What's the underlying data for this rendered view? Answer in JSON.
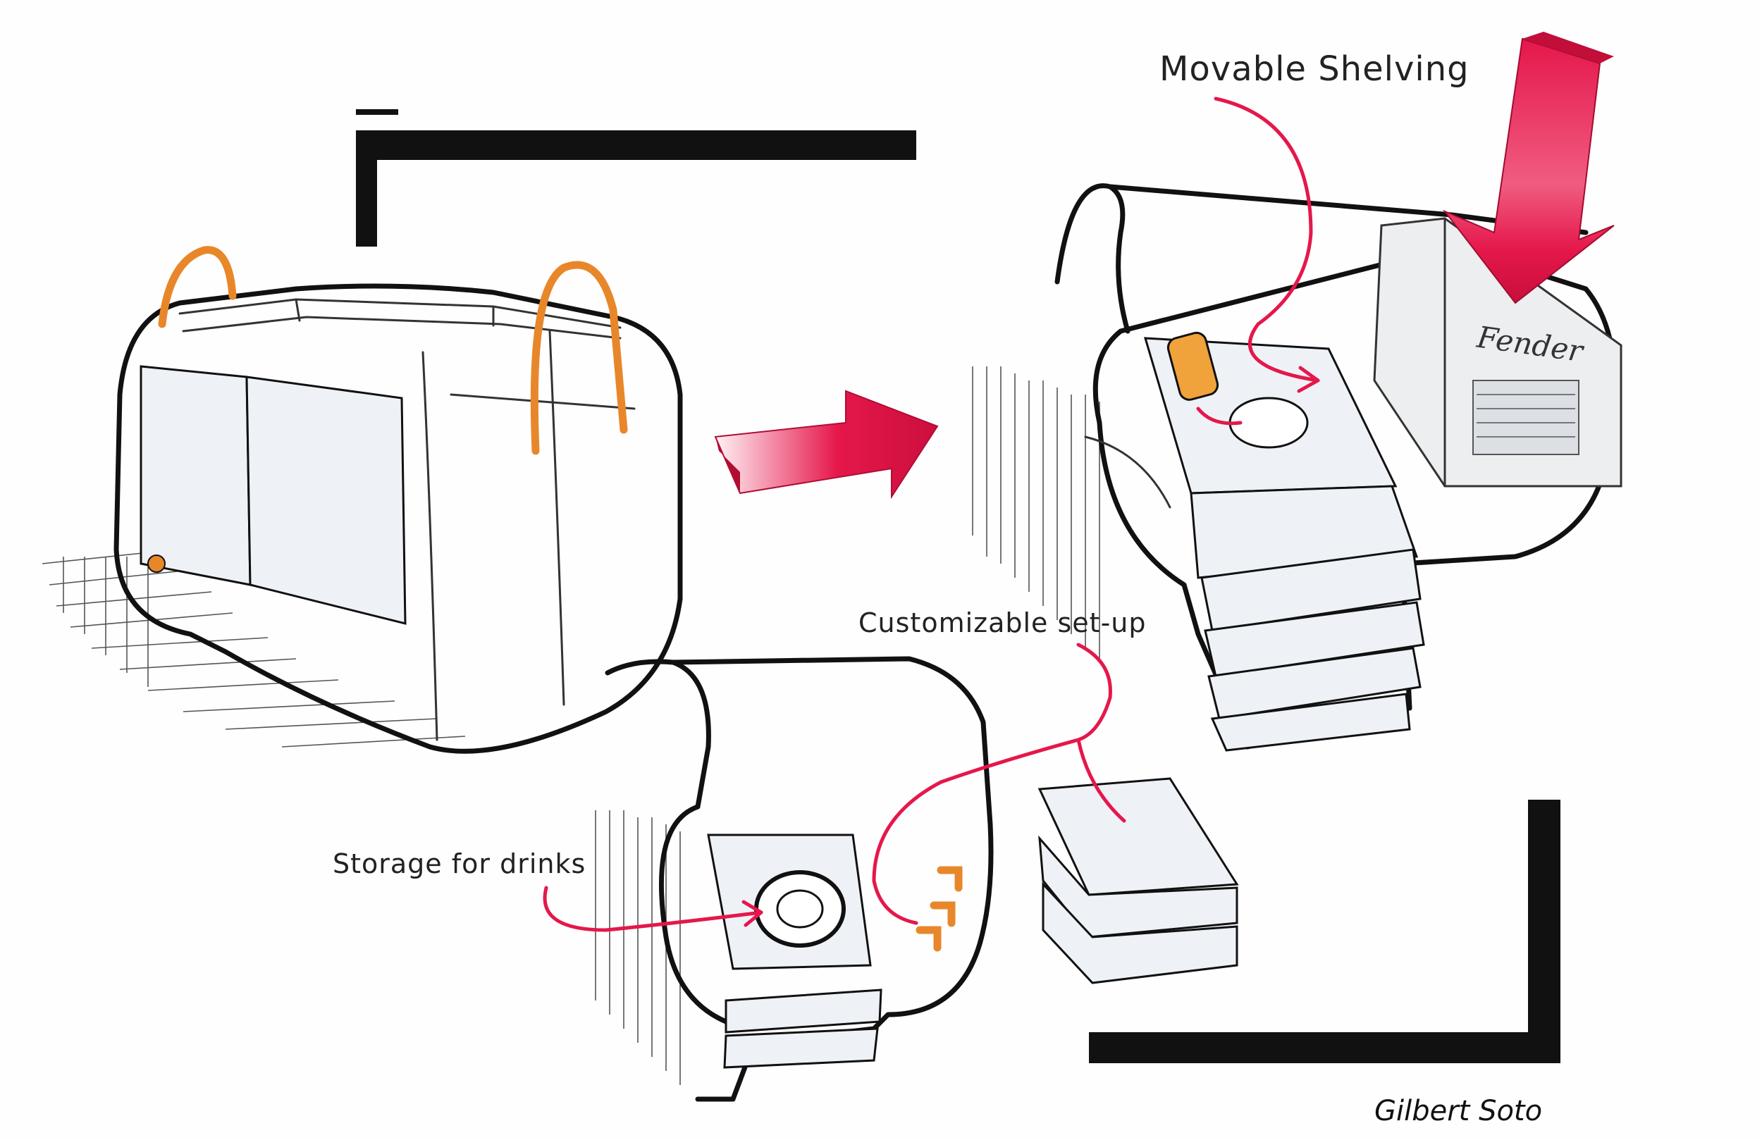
{
  "annotations": {
    "movable_shelving": "Movable Shelving",
    "customizable_setup": "Customizable set-up",
    "storage_for_drinks": "Storage for drinks"
  },
  "logo_text": "Fender",
  "signature": "Gilbert Soto",
  "colors": {
    "accent_red": "#e5174b",
    "handle_orange": "#e8872a",
    "ink": "#111111",
    "panel_fill": "#eef2f7"
  }
}
